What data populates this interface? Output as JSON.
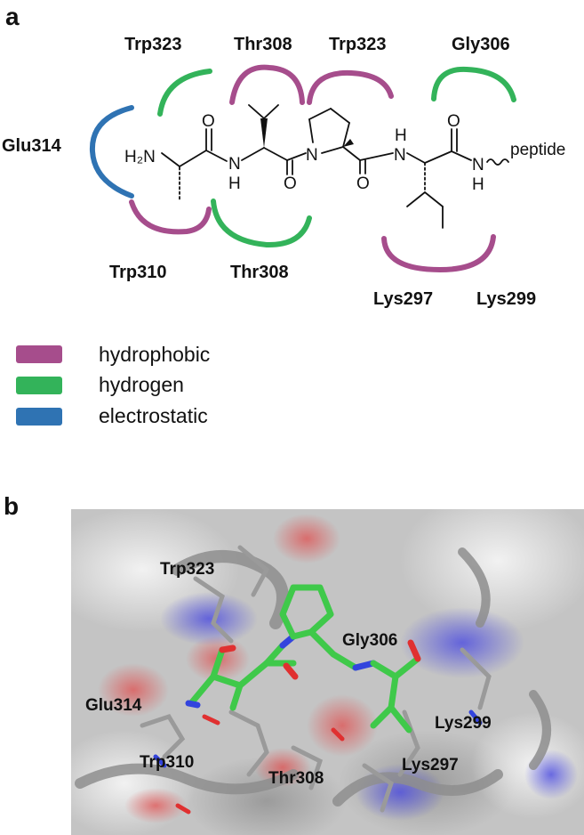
{
  "panels": {
    "a": {
      "letter": "a"
    },
    "b": {
      "letter": "b"
    }
  },
  "colors": {
    "hydrophobic": "#a64d8c",
    "hydrogen": "#33b35a",
    "electrostatic": "#2f73b3"
  },
  "molecule": {
    "atoms": {
      "h2n": "H₂N",
      "o1": "O",
      "n1": "N",
      "h1": "H",
      "o2": "O",
      "n_pro": "N",
      "o3": "O",
      "h3": "H",
      "n3": "N",
      "o4": "O",
      "n4": "N",
      "h4": "H"
    },
    "peptide_label": "peptide"
  },
  "residues_a": [
    {
      "id": "glu314",
      "label": "Glu314",
      "interaction": "electrostatic"
    },
    {
      "id": "trp323-left",
      "label": "Trp323",
      "interaction": "hydrogen"
    },
    {
      "id": "thr308-top",
      "label": "Thr308",
      "interaction": "hydrophobic"
    },
    {
      "id": "trp323-right",
      "label": "Trp323",
      "interaction": "hydrophobic"
    },
    {
      "id": "gly306",
      "label": "Gly306",
      "interaction": "hydrogen"
    },
    {
      "id": "trp310",
      "label": "Trp310",
      "interaction": "hydrophobic"
    },
    {
      "id": "thr308-bottom",
      "label": "Thr308",
      "interaction": "hydrogen"
    },
    {
      "id": "lys297",
      "label": "Lys297",
      "interaction": "hydrophobic"
    },
    {
      "id": "lys299",
      "label": "Lys299",
      "interaction": "hydrophobic"
    }
  ],
  "legend": [
    {
      "id": "hydrophobic",
      "label": "hydrophobic",
      "color": "#a64d8c"
    },
    {
      "id": "hydrogen",
      "label": "hydrogen",
      "color": "#33b35a"
    },
    {
      "id": "electrostatic",
      "label": "electrostatic",
      "color": "#2f73b3"
    }
  ],
  "residues_b": [
    {
      "id": "trp323",
      "label": "Trp323"
    },
    {
      "id": "gly306",
      "label": "Gly306"
    },
    {
      "id": "glu314",
      "label": "Glu314"
    },
    {
      "id": "lys299",
      "label": "Lys299"
    },
    {
      "id": "trp310",
      "label": "Trp310"
    },
    {
      "id": "lys297",
      "label": "Lys297"
    },
    {
      "id": "thr308",
      "label": "Thr308"
    }
  ]
}
